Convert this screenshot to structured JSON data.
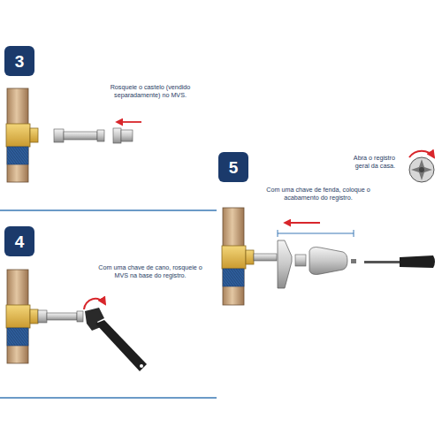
{
  "diagram": {
    "nodes": [
      {
        "text": [
          "3"
        ]
      },
      {
        "text": [
          "4"
        ]
      },
      {
        "text": [
          "5"
        ]
      }
    ],
    "labels": [
      "Rosqueie o castelo (vendido separadamente) no MVS.",
      "Com uma chave de cano, rosqueie o MVS na base do registro.",
      "Abra o registro geral da casa.",
      "Com uma chave de fenda, coloque o acabamento do registro."
    ]
  }
}
